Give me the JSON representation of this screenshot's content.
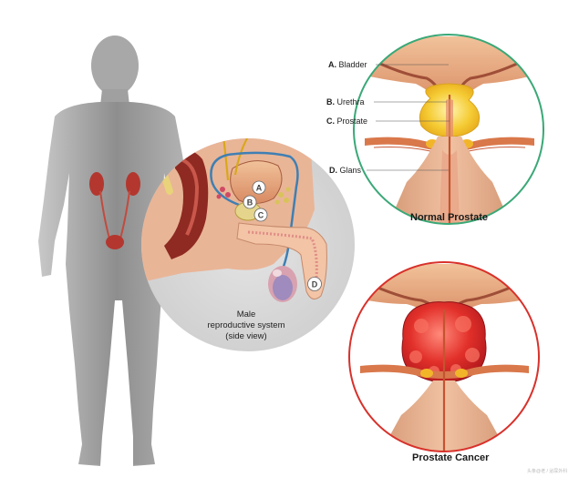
{
  "labels": {
    "a_letter": "A.",
    "a_text": "Bladder",
    "b_letter": "B.",
    "b_text": "Urethra",
    "c_letter": "C.",
    "c_text": "Prostate",
    "d_letter": "D.",
    "d_text": "Glans"
  },
  "markers": {
    "a": "A",
    "b": "B",
    "c": "C",
    "d": "D"
  },
  "side_caption": {
    "line1": "Male",
    "line2": "reproductive system",
    "line3": "(side view)"
  },
  "normal_caption": "Normal Prostate",
  "cancer_caption": "Prostate Cancer",
  "watermark": "头条@老 / 泌尿外科",
  "colors": {
    "normal_ring": "#3aa877",
    "cancer_ring": "#d8312b",
    "body_gray": "#9a9a9a",
    "prostate_normal": "#f2c12e",
    "prostate_cancer": "#d8312b"
  }
}
